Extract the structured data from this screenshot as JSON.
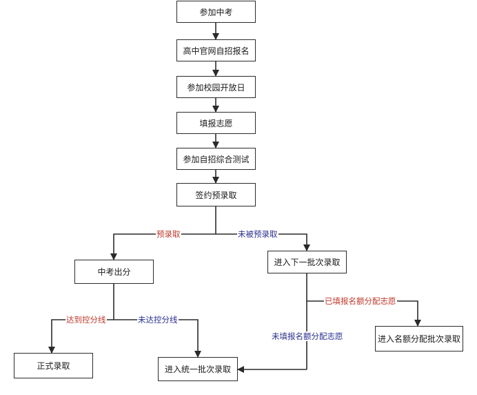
{
  "nodes": {
    "join_exam": "参加中考",
    "online_signup": "高中官网自招报名",
    "open_day": "参加校园开放日",
    "fill_choice": "填报志愿",
    "comprehensive_test": "参加自招综合测试",
    "sign_pre_admission": "签约预录取",
    "exam_score": "中考出分",
    "next_batch": "进入下一批次录取",
    "quota_batch": "进入名额分配批次录取",
    "formal_admission": "正式录取",
    "unified_batch": "进入统一批次录取"
  },
  "edges": {
    "pre_admitted": "预录取",
    "not_pre_admitted": "未被预录取",
    "quota_filled": "已填报名额分配志愿",
    "reach_line": "达到控分线",
    "not_reach_line": "未达控分线",
    "quota_not_filled": "未填报名额分配志愿"
  },
  "colors": {
    "line": "#2a2a2a",
    "label_red": "#c0392b",
    "label_blue": "#2b2f8f"
  }
}
